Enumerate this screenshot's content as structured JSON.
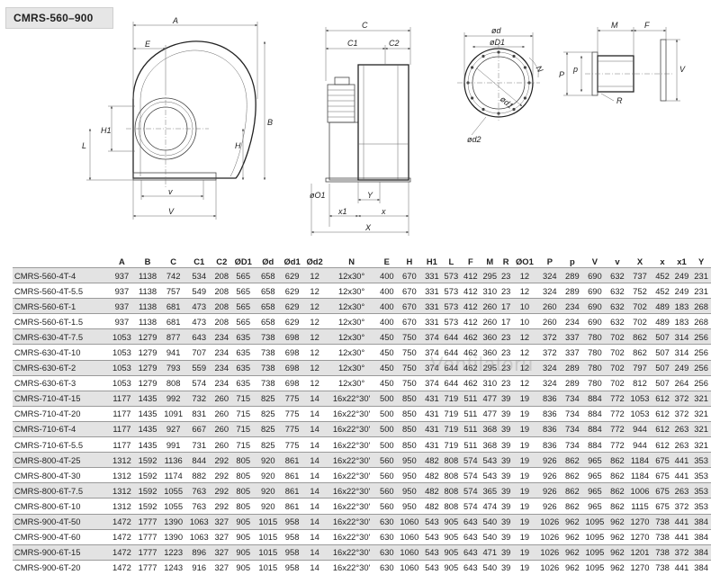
{
  "title": "CMRS-560–900",
  "watermark": "Ventilatoru",
  "dim_labels": {
    "A": "A",
    "E": "E",
    "B": "B",
    "H": "H",
    "H1": "H1",
    "L": "L",
    "v": "v",
    "V": "V",
    "C": "C",
    "C1": "C1",
    "C2": "C2",
    "O1": "øO1",
    "Y": "Y",
    "x1": "x1",
    "x": "x",
    "X": "X",
    "d": "ød",
    "d1": "øD1",
    "D1": "ød1",
    "N": "N",
    "d2": "ød2",
    "M": "M",
    "F": "F",
    "P": "P",
    "p": "p",
    "R": "R",
    "Vr": "V"
  },
  "table": {
    "headers": [
      "",
      "A",
      "B",
      "C",
      "C1",
      "C2",
      "ØD1",
      "Ød",
      "Ød1",
      "Ød2",
      "N",
      "E",
      "H",
      "H1",
      "L",
      "F",
      "M",
      "R",
      "ØO1",
      "P",
      "p",
      "V",
      "v",
      "X",
      "x",
      "x1",
      "Y"
    ],
    "rows": [
      [
        "CMRS-560-4T-4",
        "937",
        "1138",
        "742",
        "534",
        "208",
        "565",
        "658",
        "629",
        "12",
        "12x30°",
        "400",
        "670",
        "331",
        "573",
        "412",
        "295",
        "23",
        "12",
        "324",
        "289",
        "690",
        "632",
        "737",
        "452",
        "249",
        "231"
      ],
      [
        "CMRS-560-4T-5.5",
        "937",
        "1138",
        "757",
        "549",
        "208",
        "565",
        "658",
        "629",
        "12",
        "12x30°",
        "400",
        "670",
        "331",
        "573",
        "412",
        "310",
        "23",
        "12",
        "324",
        "289",
        "690",
        "632",
        "752",
        "452",
        "249",
        "231"
      ],
      [
        "CMRS-560-6T-1",
        "937",
        "1138",
        "681",
        "473",
        "208",
        "565",
        "658",
        "629",
        "12",
        "12x30°",
        "400",
        "670",
        "331",
        "573",
        "412",
        "260",
        "17",
        "10",
        "260",
        "234",
        "690",
        "632",
        "702",
        "489",
        "183",
        "268"
      ],
      [
        "CMRS-560-6T-1.5",
        "937",
        "1138",
        "681",
        "473",
        "208",
        "565",
        "658",
        "629",
        "12",
        "12x30°",
        "400",
        "670",
        "331",
        "573",
        "412",
        "260",
        "17",
        "10",
        "260",
        "234",
        "690",
        "632",
        "702",
        "489",
        "183",
        "268"
      ],
      [
        "CMRS-630-4T-7.5",
        "1053",
        "1279",
        "877",
        "643",
        "234",
        "635",
        "738",
        "698",
        "12",
        "12x30°",
        "450",
        "750",
        "374",
        "644",
        "462",
        "360",
        "23",
        "12",
        "372",
        "337",
        "780",
        "702",
        "862",
        "507",
        "314",
        "256"
      ],
      [
        "CMRS-630-4T-10",
        "1053",
        "1279",
        "941",
        "707",
        "234",
        "635",
        "738",
        "698",
        "12",
        "12x30°",
        "450",
        "750",
        "374",
        "644",
        "462",
        "360",
        "23",
        "12",
        "372",
        "337",
        "780",
        "702",
        "862",
        "507",
        "314",
        "256"
      ],
      [
        "CMRS-630-6T-2",
        "1053",
        "1279",
        "793",
        "559",
        "234",
        "635",
        "738",
        "698",
        "12",
        "12x30°",
        "450",
        "750",
        "374",
        "644",
        "462",
        "295",
        "23",
        "12",
        "324",
        "289",
        "780",
        "702",
        "797",
        "507",
        "249",
        "256"
      ],
      [
        "CMRS-630-6T-3",
        "1053",
        "1279",
        "808",
        "574",
        "234",
        "635",
        "738",
        "698",
        "12",
        "12x30°",
        "450",
        "750",
        "374",
        "644",
        "462",
        "310",
        "23",
        "12",
        "324",
        "289",
        "780",
        "702",
        "812",
        "507",
        "264",
        "256"
      ],
      [
        "CMRS-710-4T-15",
        "1177",
        "1435",
        "992",
        "732",
        "260",
        "715",
        "825",
        "775",
        "14",
        "16x22°30'",
        "500",
        "850",
        "431",
        "719",
        "511",
        "477",
        "39",
        "19",
        "836",
        "734",
        "884",
        "772",
        "1053",
        "612",
        "372",
        "321"
      ],
      [
        "CMRS-710-4T-20",
        "1177",
        "1435",
        "1091",
        "831",
        "260",
        "715",
        "825",
        "775",
        "14",
        "16x22°30'",
        "500",
        "850",
        "431",
        "719",
        "511",
        "477",
        "39",
        "19",
        "836",
        "734",
        "884",
        "772",
        "1053",
        "612",
        "372",
        "321"
      ],
      [
        "CMRS-710-6T-4",
        "1177",
        "1435",
        "927",
        "667",
        "260",
        "715",
        "825",
        "775",
        "14",
        "16x22°30'",
        "500",
        "850",
        "431",
        "719",
        "511",
        "368",
        "39",
        "19",
        "836",
        "734",
        "884",
        "772",
        "944",
        "612",
        "263",
        "321"
      ],
      [
        "CMRS-710-6T-5.5",
        "1177",
        "1435",
        "991",
        "731",
        "260",
        "715",
        "825",
        "775",
        "14",
        "16x22°30'",
        "500",
        "850",
        "431",
        "719",
        "511",
        "368",
        "39",
        "19",
        "836",
        "734",
        "884",
        "772",
        "944",
        "612",
        "263",
        "321"
      ],
      [
        "CMRS-800-4T-25",
        "1312",
        "1592",
        "1136",
        "844",
        "292",
        "805",
        "920",
        "861",
        "14",
        "16x22°30'",
        "560",
        "950",
        "482",
        "808",
        "574",
        "543",
        "39",
        "19",
        "926",
        "862",
        "965",
        "862",
        "1184",
        "675",
        "441",
        "353"
      ],
      [
        "CMRS-800-4T-30",
        "1312",
        "1592",
        "1174",
        "882",
        "292",
        "805",
        "920",
        "861",
        "14",
        "16x22°30'",
        "560",
        "950",
        "482",
        "808",
        "574",
        "543",
        "39",
        "19",
        "926",
        "862",
        "965",
        "862",
        "1184",
        "675",
        "441",
        "353"
      ],
      [
        "CMRS-800-6T-7.5",
        "1312",
        "1592",
        "1055",
        "763",
        "292",
        "805",
        "920",
        "861",
        "14",
        "16x22°30'",
        "560",
        "950",
        "482",
        "808",
        "574",
        "365",
        "39",
        "19",
        "926",
        "862",
        "965",
        "862",
        "1006",
        "675",
        "263",
        "353"
      ],
      [
        "CMRS-800-6T-10",
        "1312",
        "1592",
        "1055",
        "763",
        "292",
        "805",
        "920",
        "861",
        "14",
        "16x22°30'",
        "560",
        "950",
        "482",
        "808",
        "574",
        "474",
        "39",
        "19",
        "926",
        "862",
        "965",
        "862",
        "1115",
        "675",
        "372",
        "353"
      ],
      [
        "CMRS-900-4T-50",
        "1472",
        "1777",
        "1390",
        "1063",
        "327",
        "905",
        "1015",
        "958",
        "14",
        "16x22°30'",
        "630",
        "1060",
        "543",
        "905",
        "643",
        "540",
        "39",
        "19",
        "1026",
        "962",
        "1095",
        "962",
        "1270",
        "738",
        "441",
        "384"
      ],
      [
        "CMRS-900-4T-60",
        "1472",
        "1777",
        "1390",
        "1063",
        "327",
        "905",
        "1015",
        "958",
        "14",
        "16x22°30'",
        "630",
        "1060",
        "543",
        "905",
        "643",
        "540",
        "39",
        "19",
        "1026",
        "962",
        "1095",
        "962",
        "1270",
        "738",
        "441",
        "384"
      ],
      [
        "CMRS-900-6T-15",
        "1472",
        "1777",
        "1223",
        "896",
        "327",
        "905",
        "1015",
        "958",
        "14",
        "16x22°30'",
        "630",
        "1060",
        "543",
        "905",
        "643",
        "471",
        "39",
        "19",
        "1026",
        "962",
        "1095",
        "962",
        "1201",
        "738",
        "372",
        "384"
      ],
      [
        "CMRS-900-6T-20",
        "1472",
        "1777",
        "1243",
        "916",
        "327",
        "905",
        "1015",
        "958",
        "14",
        "16x22°30'",
        "630",
        "1060",
        "543",
        "905",
        "643",
        "540",
        "39",
        "19",
        "1026",
        "962",
        "1095",
        "962",
        "1270",
        "738",
        "441",
        "384"
      ]
    ]
  }
}
